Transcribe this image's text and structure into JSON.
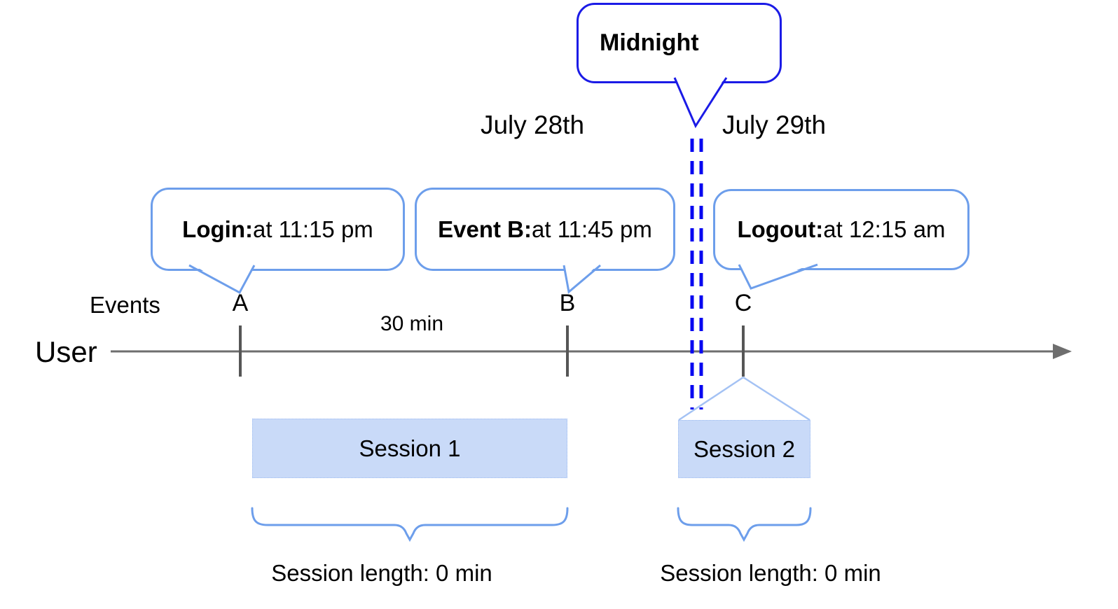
{
  "colors": {
    "midnight-border": "#1b1be6",
    "dash-blue": "#0808f0",
    "callout-border": "#6d9eeb",
    "session-fill": "#c9daf8",
    "roof-blue": "#a4c2f4",
    "axis-gray": "#6e6e6e"
  },
  "midnight_callout": {
    "label": "Midnight"
  },
  "dates": {
    "left": "July 28th",
    "right": "July 29th"
  },
  "event_callouts": [
    {
      "id": "login",
      "bold": "Login:",
      "text": " at 11:15 pm"
    },
    {
      "id": "event-b",
      "bold": "Event B:",
      "text": " at 11:45 pm"
    },
    {
      "id": "logout",
      "bold": "Logout:",
      "text": " at 12:15 am"
    }
  ],
  "timeline": {
    "events_label": "Events",
    "axis_label": "User",
    "markers": [
      "A",
      "B",
      "C"
    ],
    "interval_label": "30 min"
  },
  "sessions": [
    {
      "label": "Session 1",
      "length_label": "Session length: 0 min"
    },
    {
      "label": "Session 2",
      "length_label": "Session length: 0 min"
    }
  ]
}
